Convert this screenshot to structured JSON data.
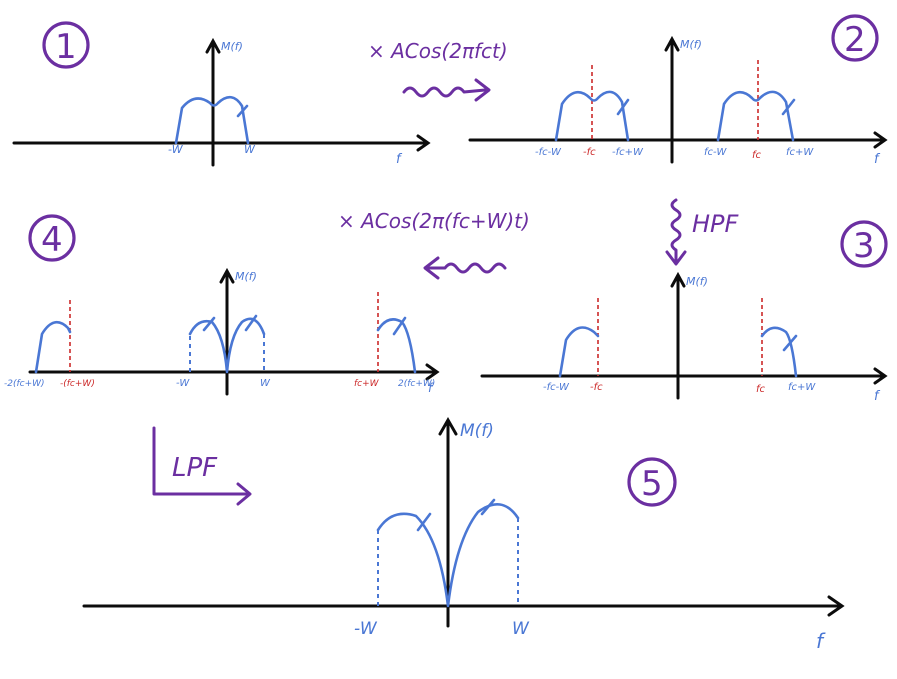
{
  "labels": {
    "n1": "1",
    "n2": "2",
    "n3": "3",
    "n4": "4",
    "n5": "5",
    "op_mult1": "× ACos(2πfct)",
    "op_hpf": "HPF",
    "op_mult2": "× ACos(2π(fc+W)t)",
    "op_lpf": "LPF",
    "mf": "M(f)",
    "f": "f",
    "p1_negW": "-W",
    "p1_W": "W",
    "p2_fcW_neg": "-fc-W",
    "p2_fc_neg": "-fc",
    "p2_fcW_neg2": "-fc+W",
    "p2_fcmW": "fc-W",
    "p2_fc": "fc",
    "p2_fcpW": "fc+W",
    "p3_fcW_neg": "-fc-W",
    "p3_fc_neg": "-fc",
    "p3_fc": "fc",
    "p3_fcpW": "fc+W",
    "p4_n2": "-2(fc+W)",
    "p4_nfcW": "-(fc+W)",
    "p4_negW": "-W",
    "p4_W": "W",
    "p4_fcW": "fc+W",
    "p4_2fcW": "2(fc+W)",
    "p5_negW": "-W",
    "p5_W": "W"
  }
}
